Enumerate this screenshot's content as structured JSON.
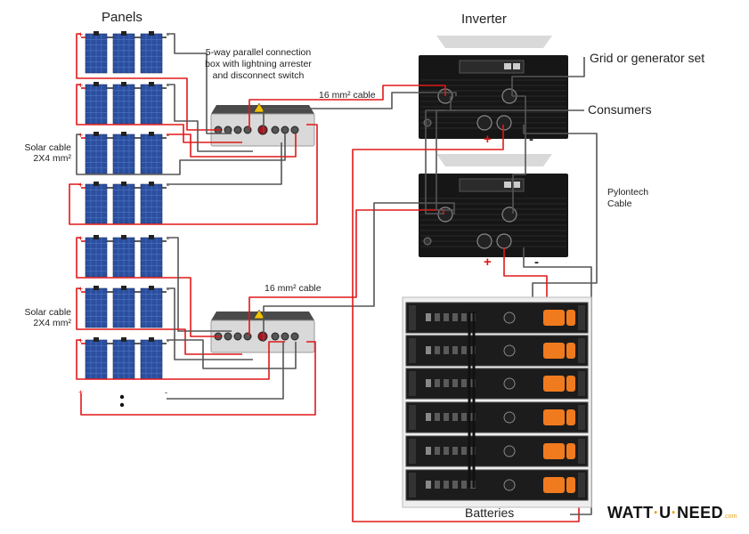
{
  "labels": {
    "panels": "Panels",
    "inverter": "Inverter",
    "grid": "Grid or generator set",
    "consumers": "Consumers",
    "box": "5-way parallel connection box with lightning arrester and disconnect switch",
    "cable16_top": "16 mm² cable",
    "cable16_bottom": "16 mm² cable",
    "solar_cable_1": "Solar cable 2X4 mm²",
    "solar_cable_2": "Solar cable 2X4 mm²",
    "pylontech": "Pylontech Cable",
    "batteries": "Batteries"
  },
  "signs": {
    "plus": "+",
    "minus": "-"
  },
  "brand": {
    "part1": "WATT",
    "sep": "·",
    "part2": "U",
    "part3": "NEED",
    "suffix": ".com"
  },
  "colors": {
    "positive": "#e01818",
    "negative": "#555555",
    "panel_blue": "#2b4f9e",
    "inverter": "#161616",
    "battery": "#1c1c1c",
    "battery_connector": "#f07a1e"
  }
}
